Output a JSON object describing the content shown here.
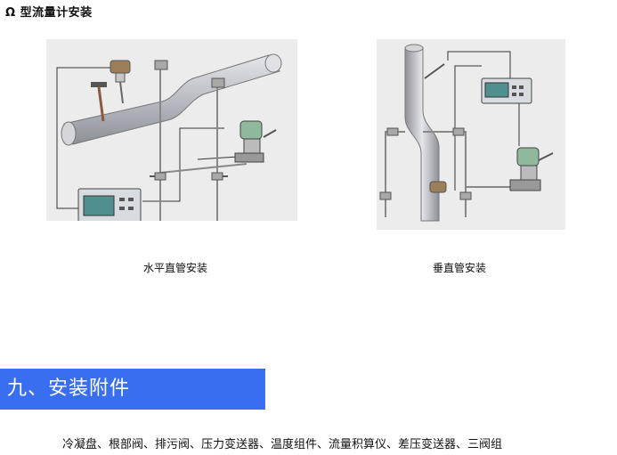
{
  "document": {
    "title": "Ω 型流量计安装"
  },
  "figures": {
    "horizontal": {
      "caption": "水平直管安装"
    },
    "vertical": {
      "caption": "垂直管安装"
    }
  },
  "section": {
    "heading": "九、安装附件",
    "accessories_text": "冷凝盘、根部阀、排污阀、压力变送器、温度组件、流量积算仪、差压变送器、三阀组"
  },
  "colors": {
    "section_header_bg": "#3a6ef0",
    "pipe": "#b9bcc2",
    "display_screen": "#4f8f90"
  }
}
